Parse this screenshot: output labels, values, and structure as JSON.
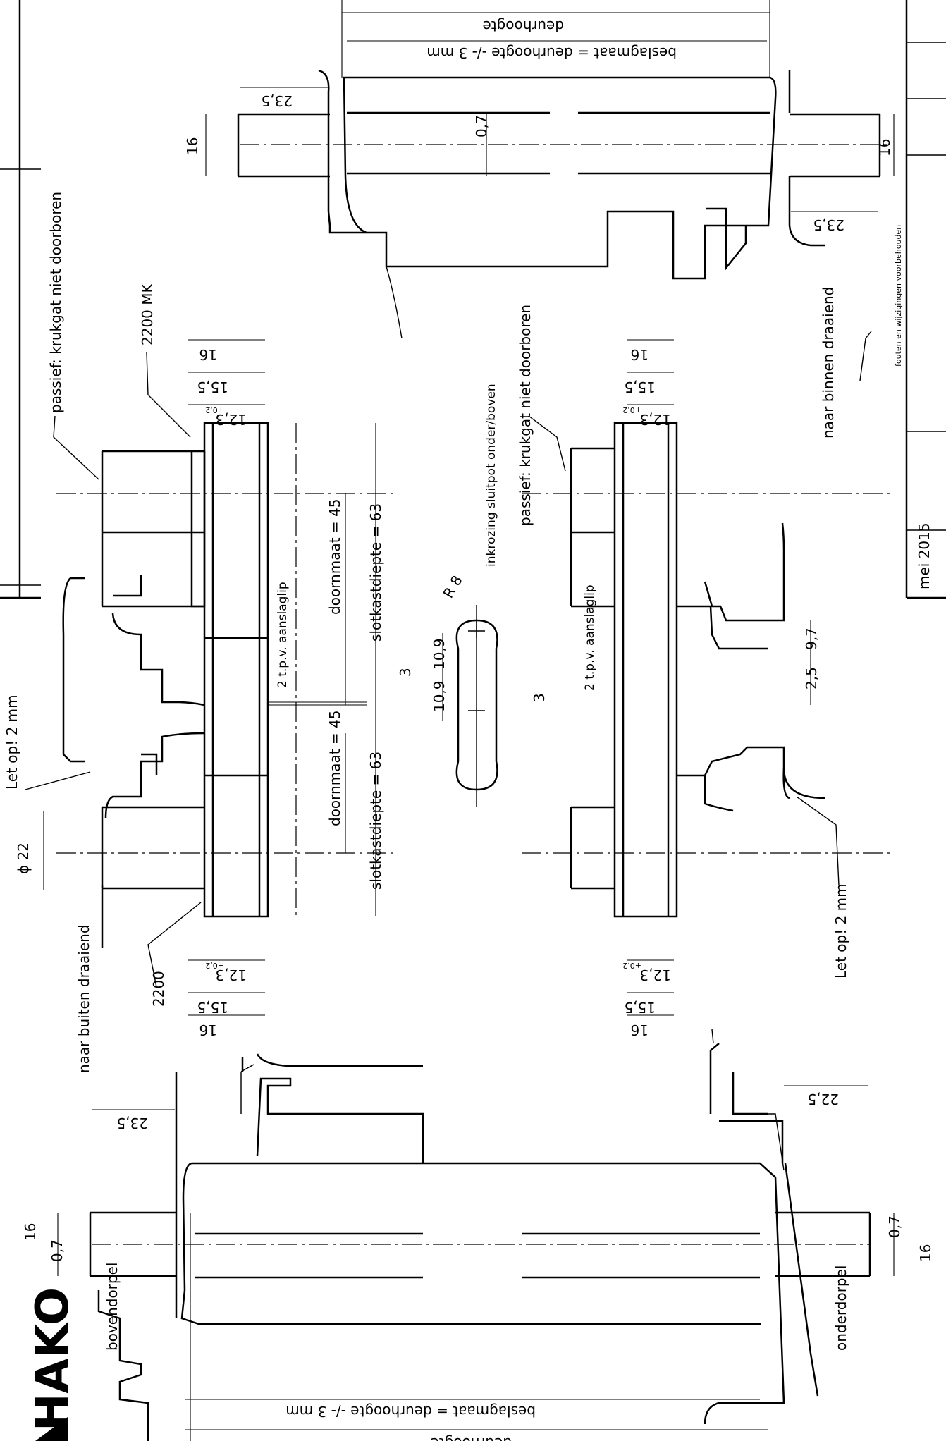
{
  "brand": {
    "name": "HAKO"
  },
  "title_block": {
    "date": "mei 2015",
    "disclaimer": "fouten en wijzigingen voorbehouden"
  },
  "labels": {
    "deurhoogte": "deurhoogte",
    "beslagmaat": "beslagmaat = deurhoogte -/- 3 mm",
    "bovendorpel": "bovendorpel",
    "onderdorpel": "onderdorpel",
    "naar_buiten": "naar buiten draaiend",
    "naar_binnen": "naar binnen draaiend",
    "passief_1": "passief: krukgat niet doorboren",
    "passief_2": "passief: krukgat niet doorboren",
    "inkrozing": "inkrozing sluitpot onder/boven",
    "model_a": "2200 MK",
    "model_b": "2200",
    "let_op": "Let op! 2 mm",
    "diameter": "ϕ 22",
    "doornmaat": "doornmaat = 45",
    "slotkastdiepte": "slotkastdiepte = 63",
    "aanslaglip": "2 t.p.v. aanslaglip",
    "radius": "R 8"
  },
  "dims": {
    "d16": "16",
    "d15_5": "15,5",
    "d12_3": "12,3",
    "tol": "+0,2",
    "d23_5": "23,5",
    "d22_5": "22,5",
    "d0_7": "0,7",
    "d10_9": "10,9",
    "d3": "3",
    "d9_7": "9,7",
    "d2_5": "2,5"
  }
}
